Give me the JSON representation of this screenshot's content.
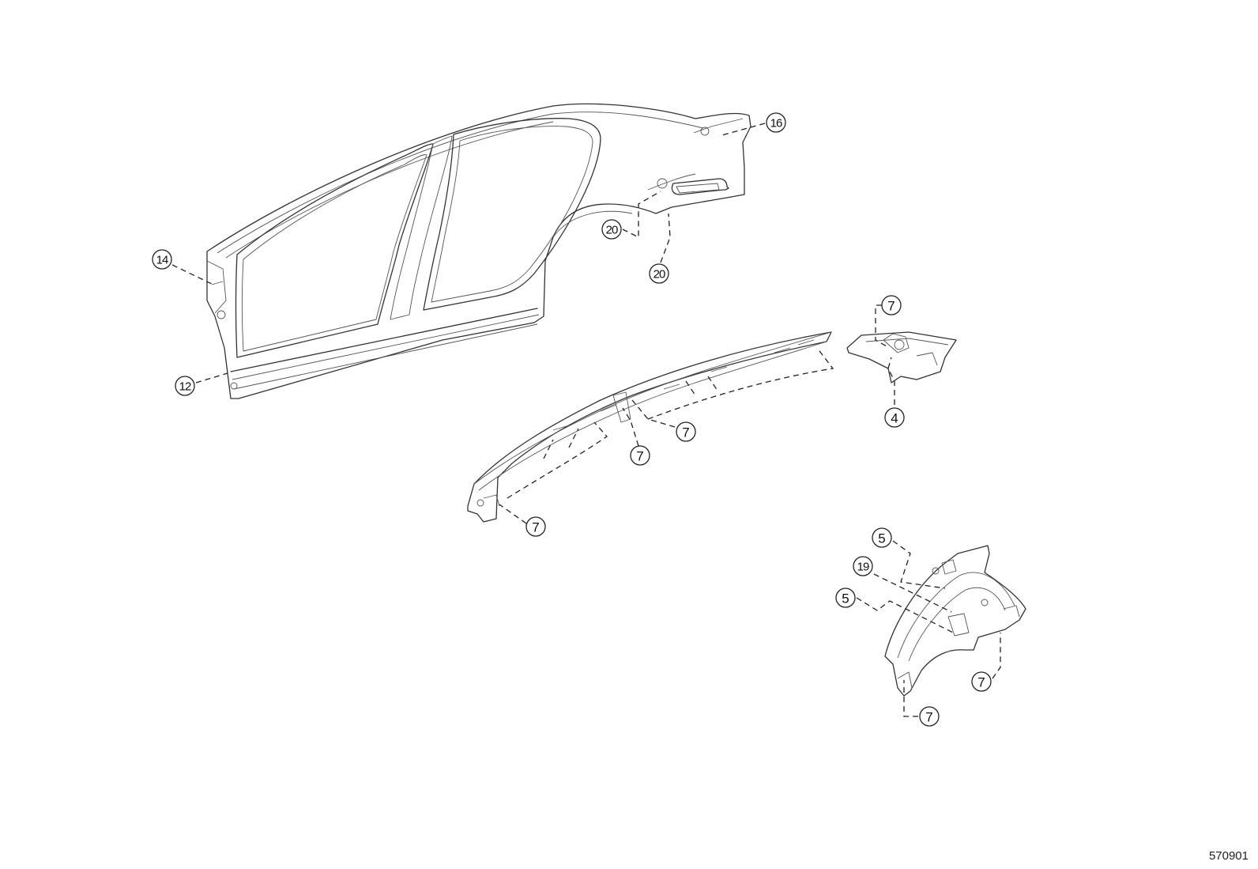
{
  "diagram": {
    "ref_code": "570901",
    "parts": [
      {
        "key": "body-side-outer-panel"
      },
      {
        "key": "roof-side-inner-rail"
      },
      {
        "key": "rear-pillar-bracket"
      },
      {
        "key": "wheel-house-inner-panel"
      }
    ],
    "callouts": [
      {
        "key": "c14",
        "label": "14"
      },
      {
        "key": "c12",
        "label": "12"
      },
      {
        "key": "c16",
        "label": "16"
      },
      {
        "key": "c20a",
        "label": "20"
      },
      {
        "key": "c20b",
        "label": "20"
      },
      {
        "key": "c7a",
        "label": "7"
      },
      {
        "key": "c4",
        "label": "4"
      },
      {
        "key": "c7b",
        "label": "7"
      },
      {
        "key": "c7c",
        "label": "7"
      },
      {
        "key": "c7d",
        "label": "7"
      },
      {
        "key": "c5a",
        "label": "5"
      },
      {
        "key": "c19",
        "label": "19"
      },
      {
        "key": "c5b",
        "label": "5"
      },
      {
        "key": "c7e",
        "label": "7"
      },
      {
        "key": "c7f",
        "label": "7"
      }
    ]
  }
}
